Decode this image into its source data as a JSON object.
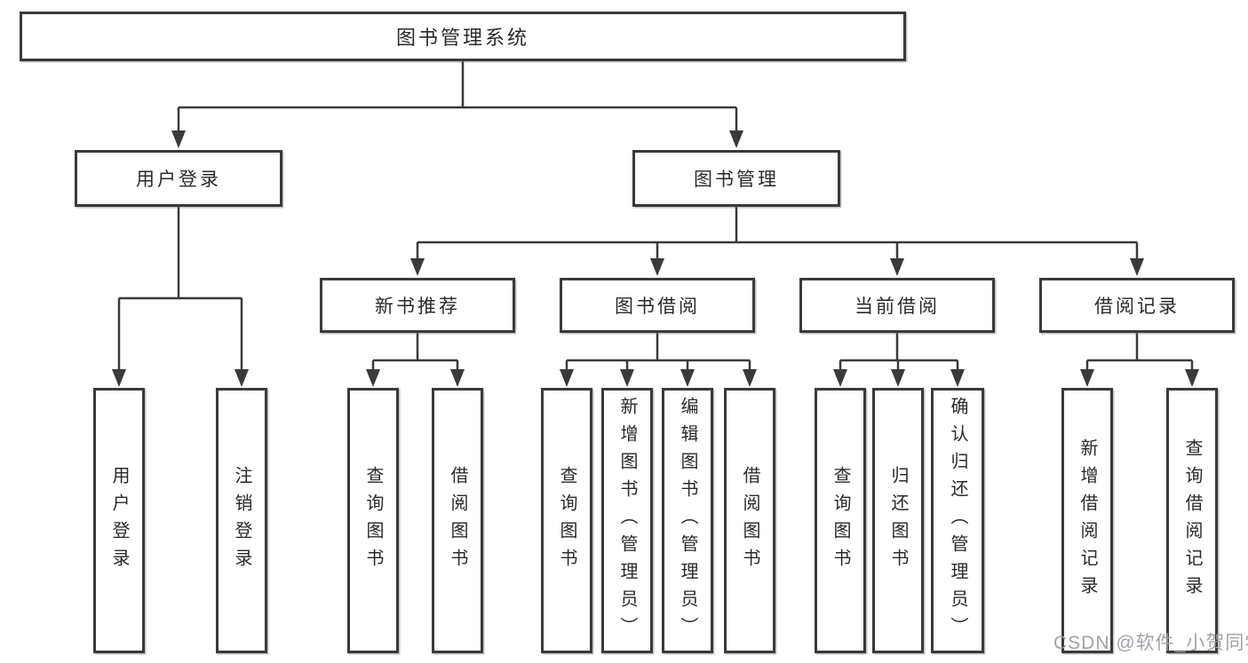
{
  "diagram": {
    "title_node": "图书管理系统",
    "tree": {
      "root": {
        "label": "图书管理系统"
      },
      "children": [
        {
          "label": "用户登录",
          "children": [
            {
              "label": "用户登录"
            },
            {
              "label": "注销登录"
            }
          ]
        },
        {
          "label": "图书管理",
          "children": [
            {
              "label": "新书推荐",
              "children": [
                {
                  "label": "查询图书"
                },
                {
                  "label": "借阅图书"
                }
              ]
            },
            {
              "label": "图书借阅",
              "children": [
                {
                  "label": "查询图书"
                },
                {
                  "label": "新增图书（管理员）"
                },
                {
                  "label": "编辑图书（管理员）"
                },
                {
                  "label": "借阅图书"
                }
              ]
            },
            {
              "label": "当前借阅",
              "children": [
                {
                  "label": "查询图书"
                },
                {
                  "label": "归还图书"
                },
                {
                  "label": "确认归还（管理员）"
                }
              ]
            },
            {
              "label": "借阅记录",
              "children": [
                {
                  "label": "新增借阅记录"
                },
                {
                  "label": "查询借阅记录"
                }
              ]
            }
          ]
        }
      ]
    },
    "colors": {
      "line": "#3a3a3a",
      "text": "#2a2a2a",
      "background": "#ffffff",
      "watermark": "#9a9ea8"
    }
  },
  "watermark": {
    "text": "CSDN @软件_小贺同学"
  }
}
